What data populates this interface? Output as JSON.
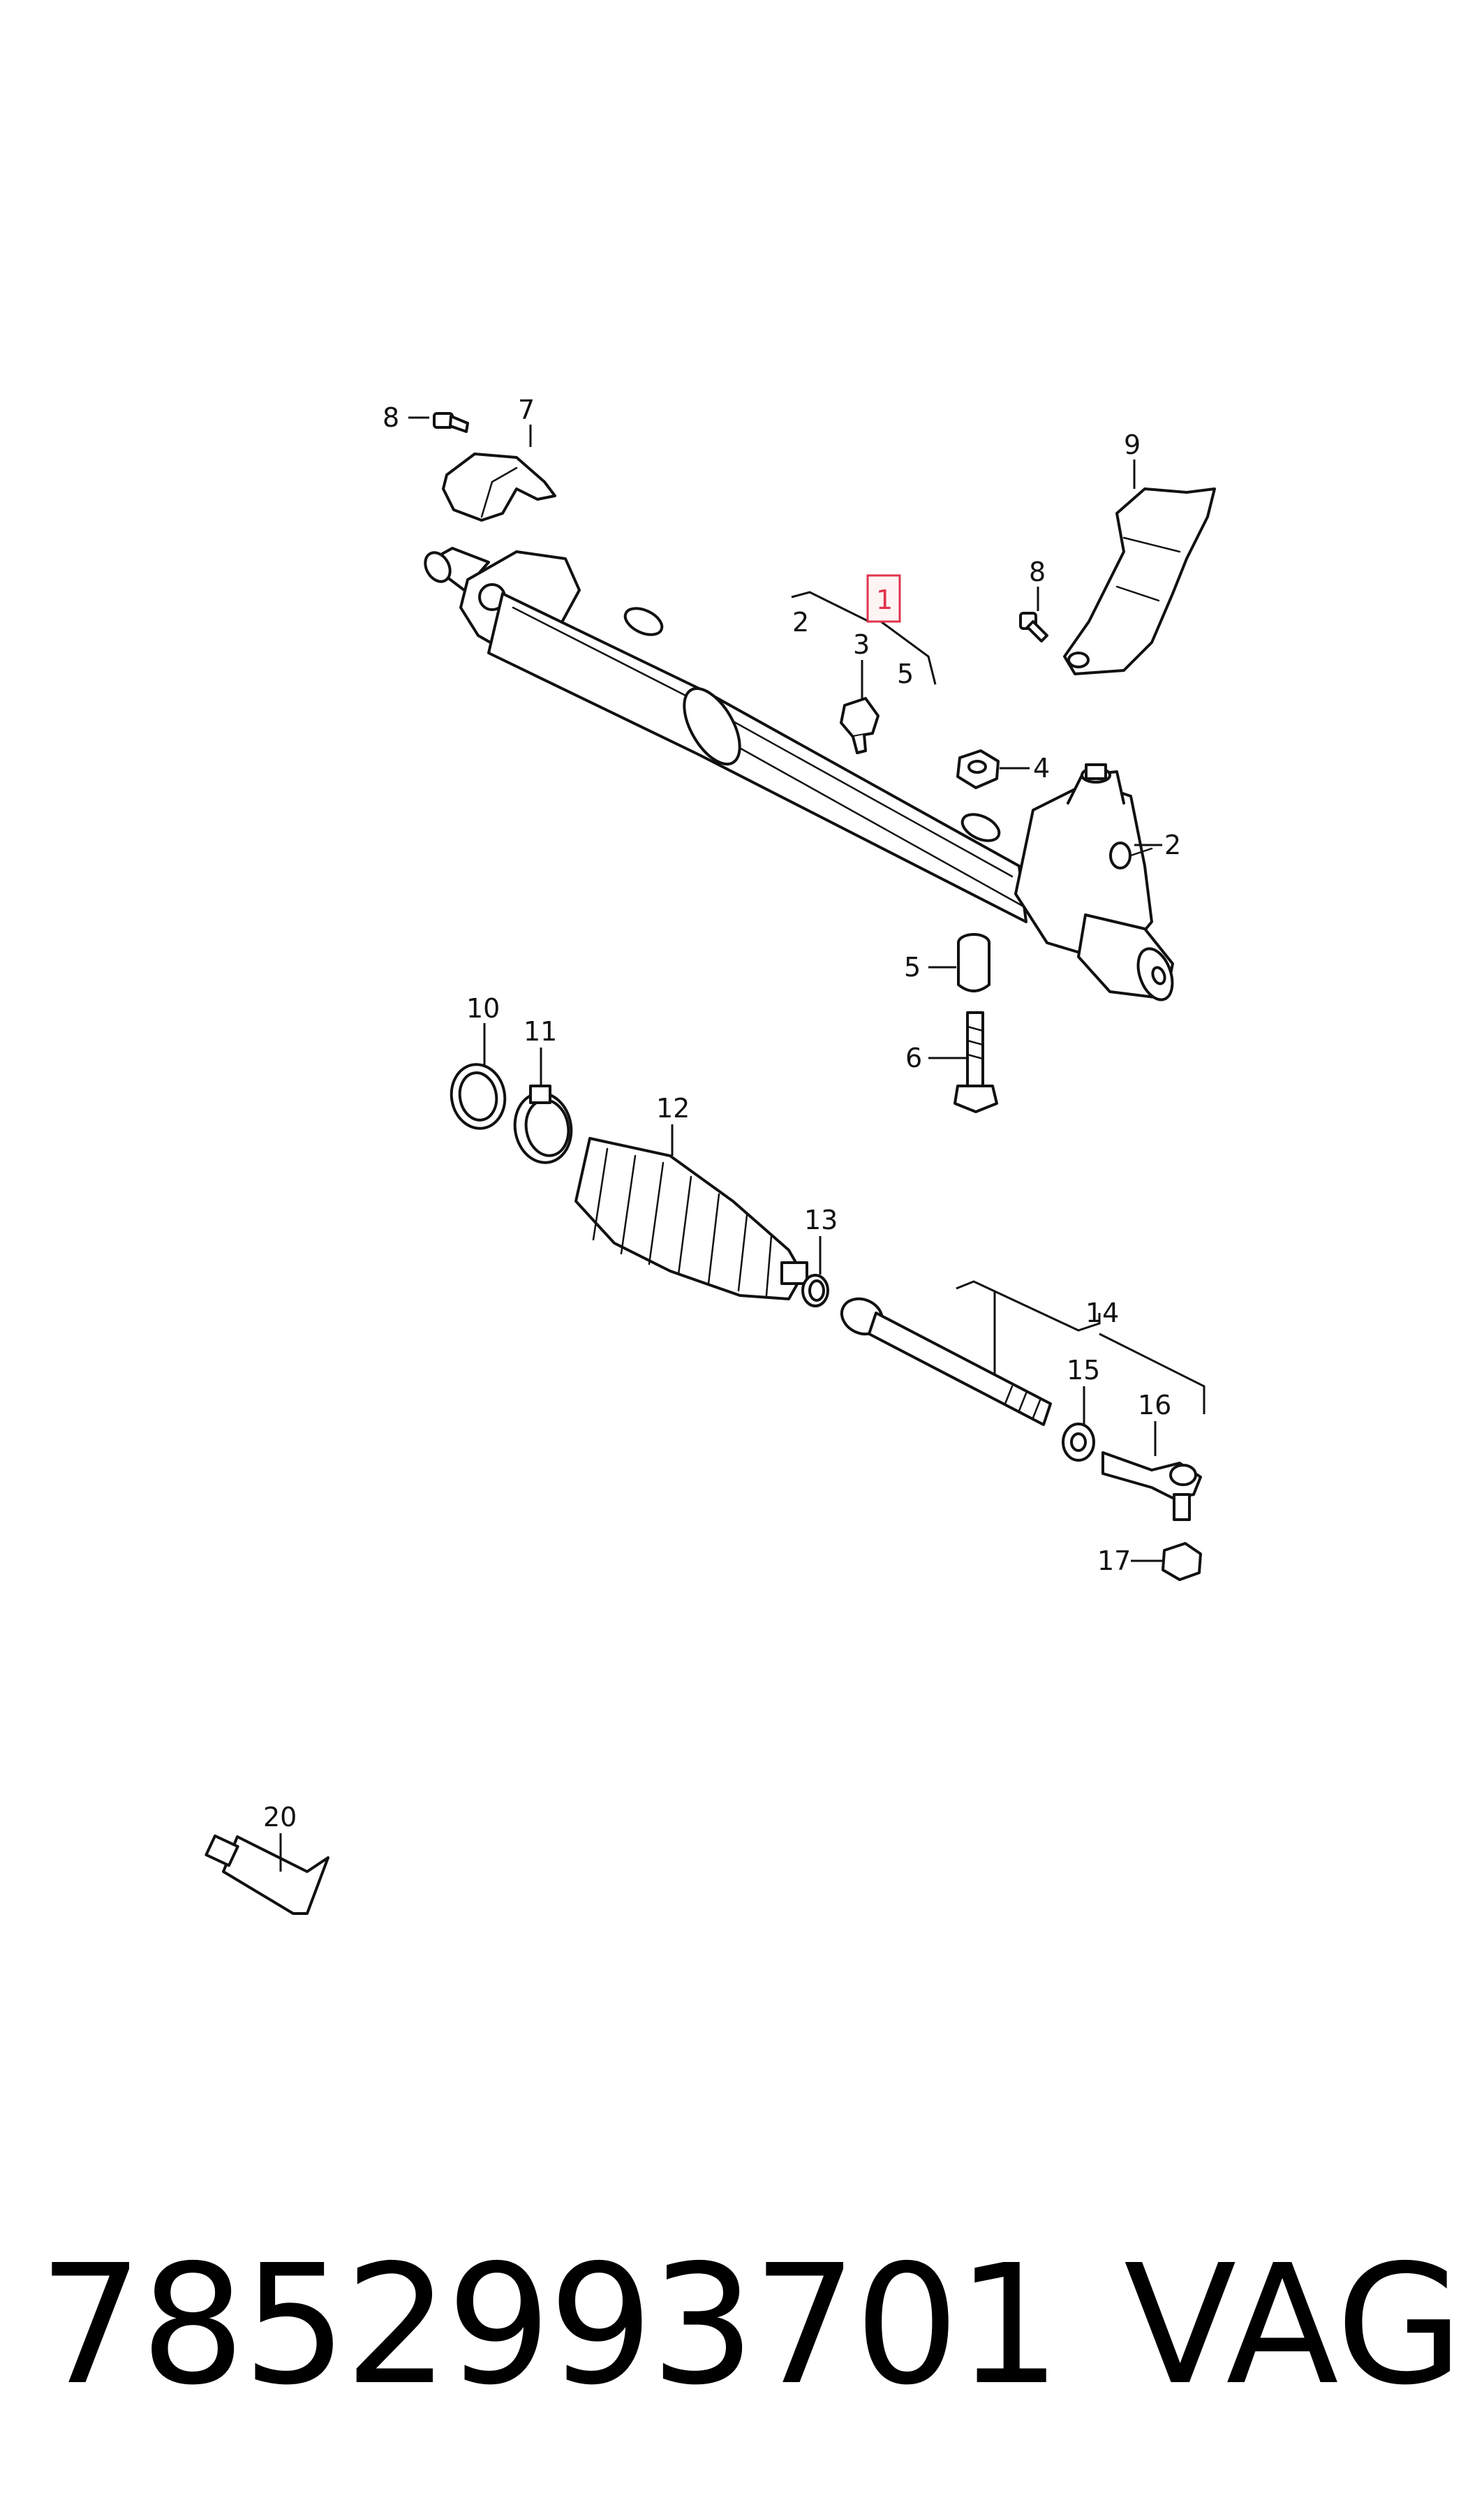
{
  "callouts": {
    "c1": "1",
    "c2a": "2",
    "c2b": "2",
    "c3": "3",
    "c4": "4",
    "c5a": "5",
    "c5b": "5",
    "c6": "6",
    "c7": "7",
    "c8a": "8",
    "c8b": "8",
    "c9": "9",
    "c10": "10",
    "c11": "11",
    "c12": "12",
    "c13": "13",
    "c14": "14",
    "c15": "15",
    "c16": "16",
    "c17": "17",
    "c20": "20"
  },
  "highlighted_callout": "1",
  "highlight_color": "#e0334d",
  "footer": {
    "part_number": "7852993701",
    "brand": "VAG"
  }
}
